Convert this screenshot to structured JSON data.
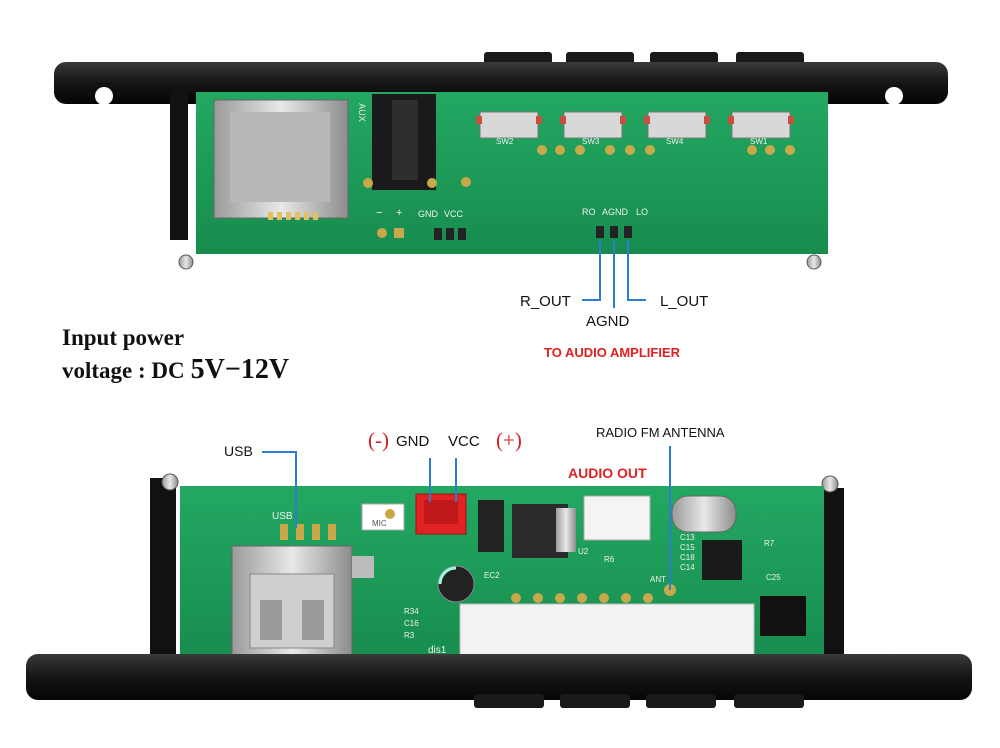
{
  "top_board": {
    "callouts": {
      "r_out": "R_OUT",
      "agnd": "AGND",
      "l_out": "L_OUT",
      "destination": "TO AUDIO AMPLIFIER"
    },
    "silkscreen": {
      "aux": "AUX",
      "minus": "−",
      "plus": "+",
      "gnd": "GND",
      "vcc": "VCC",
      "ro": "RO",
      "agnd": "AGND",
      "lo": "LO",
      "sw2": "SW2",
      "sw3": "SW3",
      "sw4": "SW4",
      "sw1": "SW1"
    }
  },
  "power_note": {
    "line1": "Input power",
    "line2_prefix": "voltage : DC",
    "line2_value": "5V−12V"
  },
  "bottom_board": {
    "callouts": {
      "usb": "USB",
      "minus_paren": "(-)",
      "gnd": "GND",
      "vcc": "VCC",
      "plus_paren": "(+)",
      "antenna": "RADIO FM ANTENNA",
      "audio_out": "AUDIO OUT"
    },
    "silkscreen": {
      "usb": "USB",
      "mic": "MIC",
      "ec2": "EC2",
      "u2": "U2",
      "r6": "R6",
      "c13": "C13",
      "c15": "C15",
      "c18": "C18",
      "c14": "C14",
      "ant": "ANT",
      "r7": "R7",
      "c25": "C25",
      "r34": "R34",
      "c16": "C16",
      "r3": "R3",
      "dis1": "dis1"
    }
  },
  "colors": {
    "pcb_green": "#1e9a5a",
    "case_black": "#141414",
    "callout_line_blue": "#2a7fd4",
    "accent_red": "#e02020"
  }
}
